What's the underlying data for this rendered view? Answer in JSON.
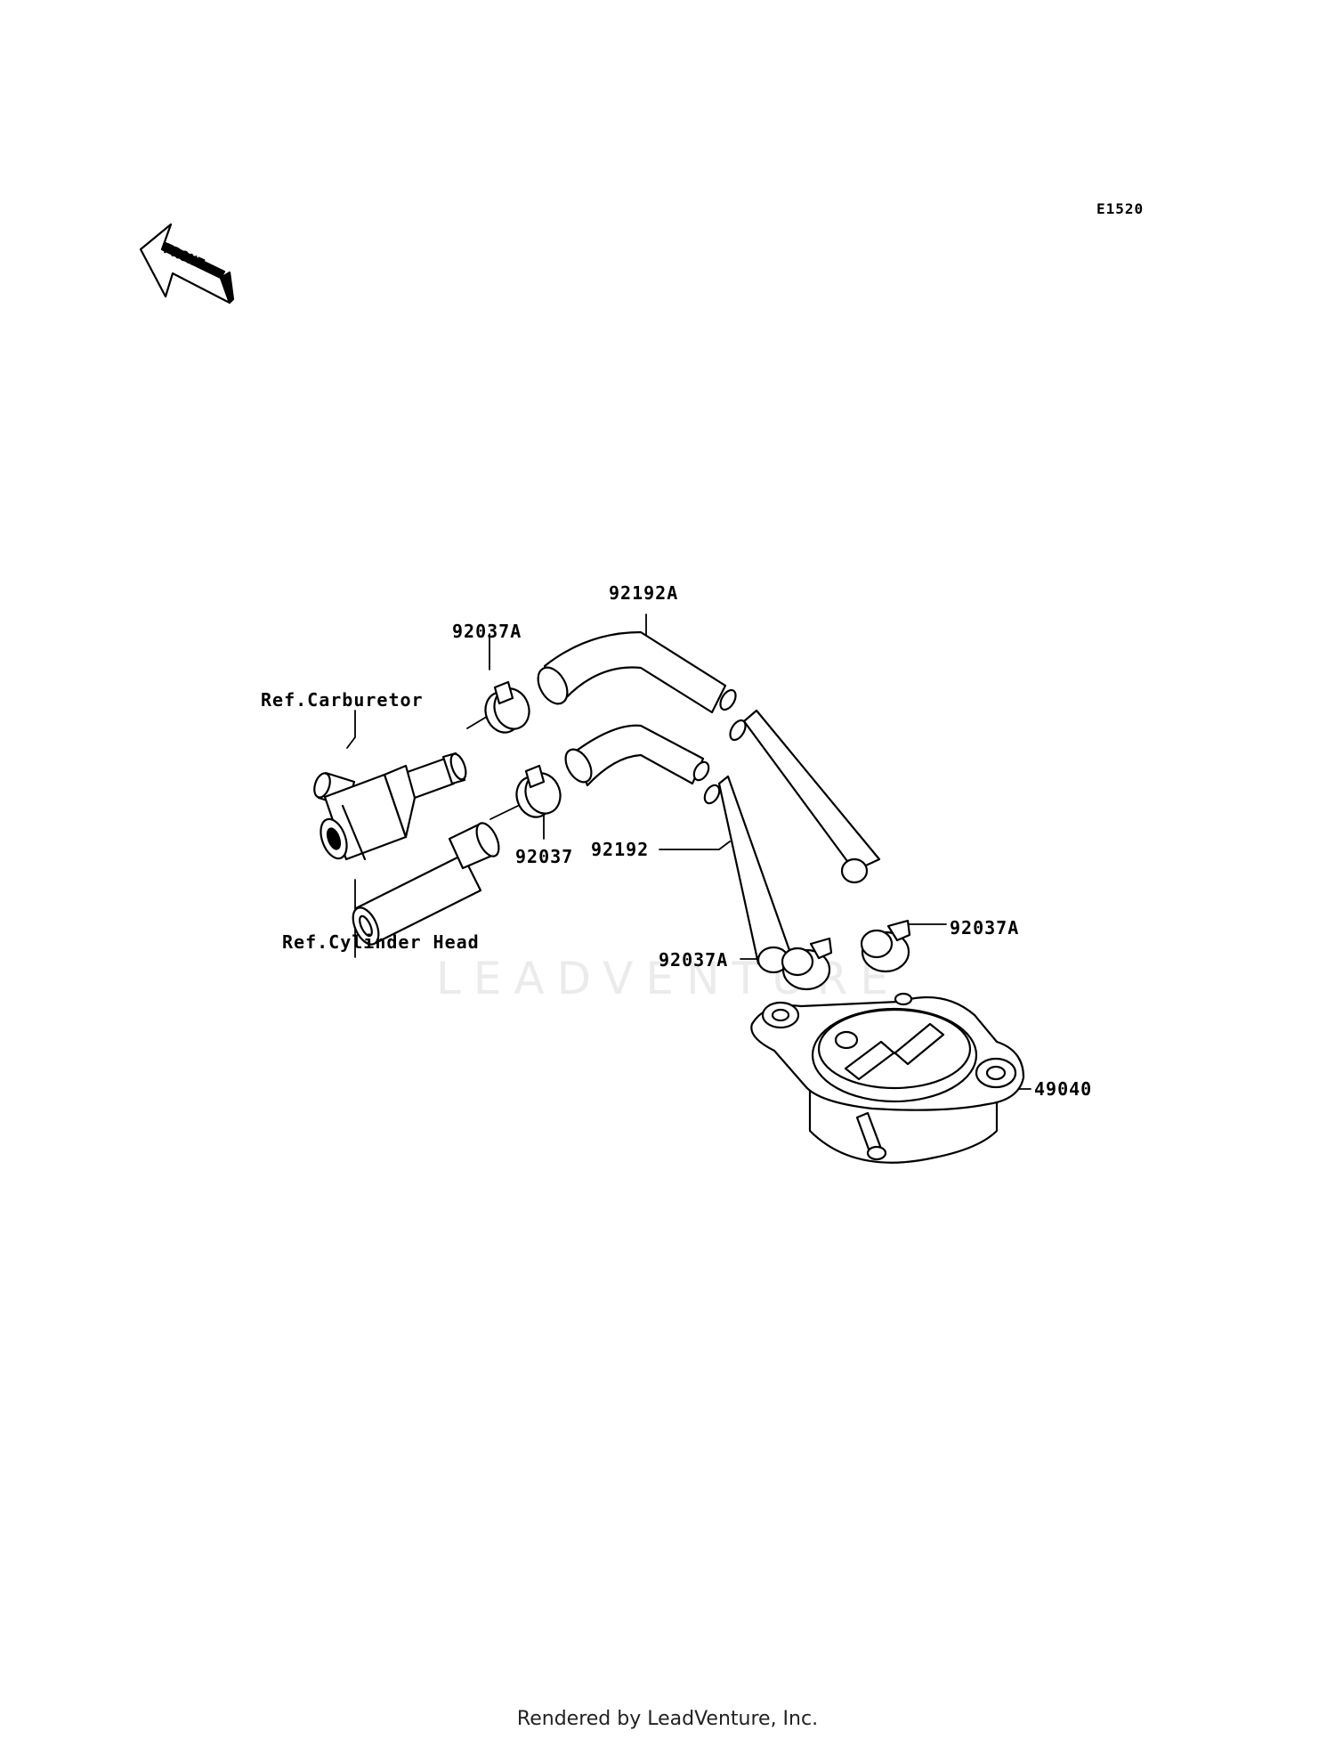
{
  "diagram_code": "E1520",
  "front_arrow_label": "FRONT",
  "watermark": "LEADVENTURE",
  "footer": "Rendered by LeadVenture, Inc.",
  "labels": {
    "hose_upper": "92192A",
    "clamp_upper": "92037A",
    "ref_carburetor": "Ref.Carburetor",
    "clamp_middle": "92037",
    "hose_lower": "92192",
    "ref_cylinder_head": "Ref.Cylinder Head",
    "clamp_right": "92037A",
    "clamp_left": "92037A",
    "pump": "49040"
  }
}
